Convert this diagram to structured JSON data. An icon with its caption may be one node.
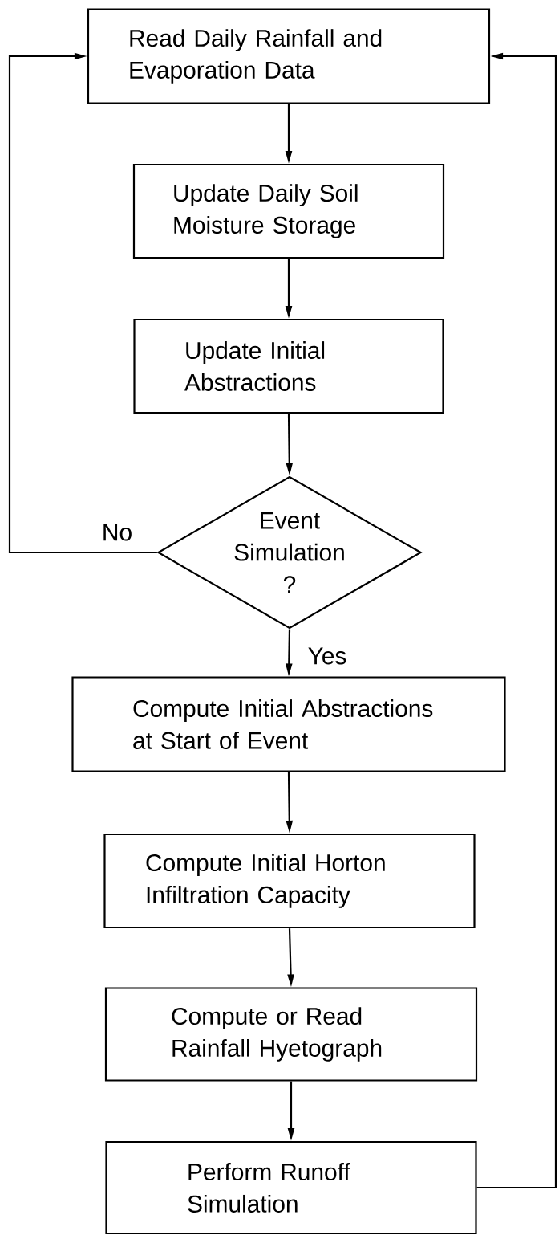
{
  "diagram": {
    "nodes": [
      {
        "text": [
          "Read Daily Rainfall and Evaporation Data"
        ]
      },
      {
        "text": [
          "Update Daily Soil Moisture Storage"
        ]
      },
      {
        "text": [
          "Update Initial Abstractions"
        ]
      },
      {
        "text": [
          "Event Simulation ?"
        ]
      },
      {
        "text": [
          "Compute Initial Abstractions at Start of Event"
        ]
      },
      {
        "text": [
          "Compute Initial Horton Infiltration Capacity"
        ]
      },
      {
        "text": [
          "Compute or Read Rainfall Hyetograph"
        ]
      },
      {
        "text": [
          "Perform Runoff Simulation"
        ]
      }
    ],
    "edges": [
      {
        "from": 0,
        "to": 1,
        "arrow": "to"
      },
      {
        "from": 1,
        "to": 2,
        "arrow": "to"
      },
      {
        "from": 2,
        "to": 3,
        "arrow": "to"
      },
      {
        "from": 3,
        "to": 0,
        "arrow": "to",
        "label": "No"
      },
      {
        "from": 3,
        "to": 4,
        "arrow": "to",
        "label": "Yes"
      },
      {
        "from": 4,
        "to": 5,
        "arrow": "to"
      },
      {
        "from": 5,
        "to": 6,
        "arrow": "to"
      },
      {
        "from": 6,
        "to": 7,
        "arrow": "to"
      },
      {
        "from": 7,
        "to": 0,
        "arrow": "to"
      }
    ]
  }
}
